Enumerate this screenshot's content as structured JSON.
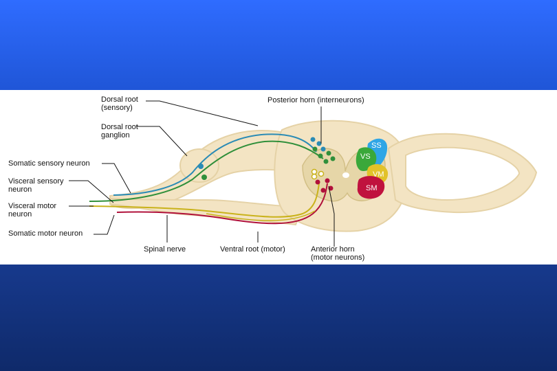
{
  "labels": {
    "dorsal_root": [
      "Dorsal root",
      "(sensory)"
    ],
    "dorsal_root_ganglion": [
      "Dorsal root",
      "ganglion"
    ],
    "somatic_sensory_neuron": "Somatic sensory neuron",
    "visceral_sensory_neuron": [
      "Visceral sensory",
      "neuron"
    ],
    "visceral_motor_neuron": [
      "Visceral motor",
      "neuron"
    ],
    "somatic_motor_neuron": "Somatic motor neuron",
    "spinal_nerve": "Spinal nerve",
    "ventral_root": "Ventral root (motor)",
    "anterior_horn": [
      "Anterior horn",
      "(motor neurons)"
    ],
    "posterior_horn": "Posterior horn (interneurons)"
  },
  "zones": {
    "ss": "SS",
    "vs": "VS",
    "vm": "VM",
    "sm": "SM"
  },
  "colors": {
    "background_top": "#2f6cff",
    "background_bottom": "#0f2a6a",
    "tissue": "#f3e4c3",
    "gray_matter": "#e6d6a8",
    "somatic_sensory": "#2a8bb5",
    "visceral_sensory": "#2f8f3a",
    "visceral_motor": "#c9b21a",
    "somatic_motor": "#b0103a",
    "ss_zone": "#2fa6e6",
    "vs_zone": "#3aa83a",
    "vm_zone": "#e2c22a",
    "sm_zone": "#c0123e"
  }
}
